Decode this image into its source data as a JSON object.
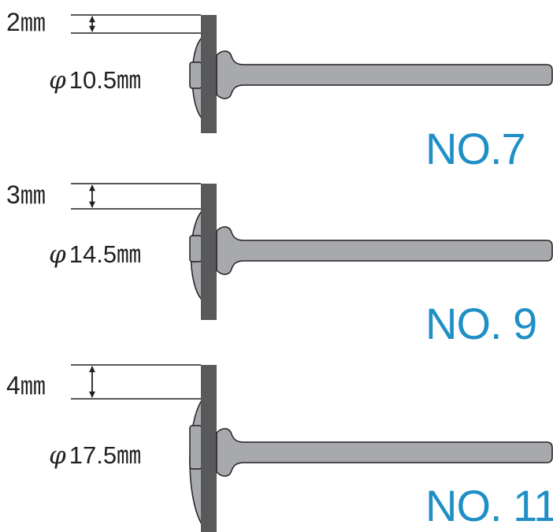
{
  "colors": {
    "disc": "#58595b",
    "shank": "#a7a9ac",
    "outline": "#231f20",
    "label_text": "#231f20",
    "model_text": "#1f8fc6"
  },
  "items": [
    {
      "gap": "2㎜",
      "diameter_symbol": "φ",
      "diameter": "10.5㎜",
      "model": "NO.7"
    },
    {
      "gap": "3㎜",
      "diameter_symbol": "φ",
      "diameter": "14.5㎜",
      "model": "NO. 9"
    },
    {
      "gap": "4㎜",
      "diameter_symbol": "φ",
      "diameter": "17.5㎜",
      "model": "NO. 11"
    }
  ]
}
